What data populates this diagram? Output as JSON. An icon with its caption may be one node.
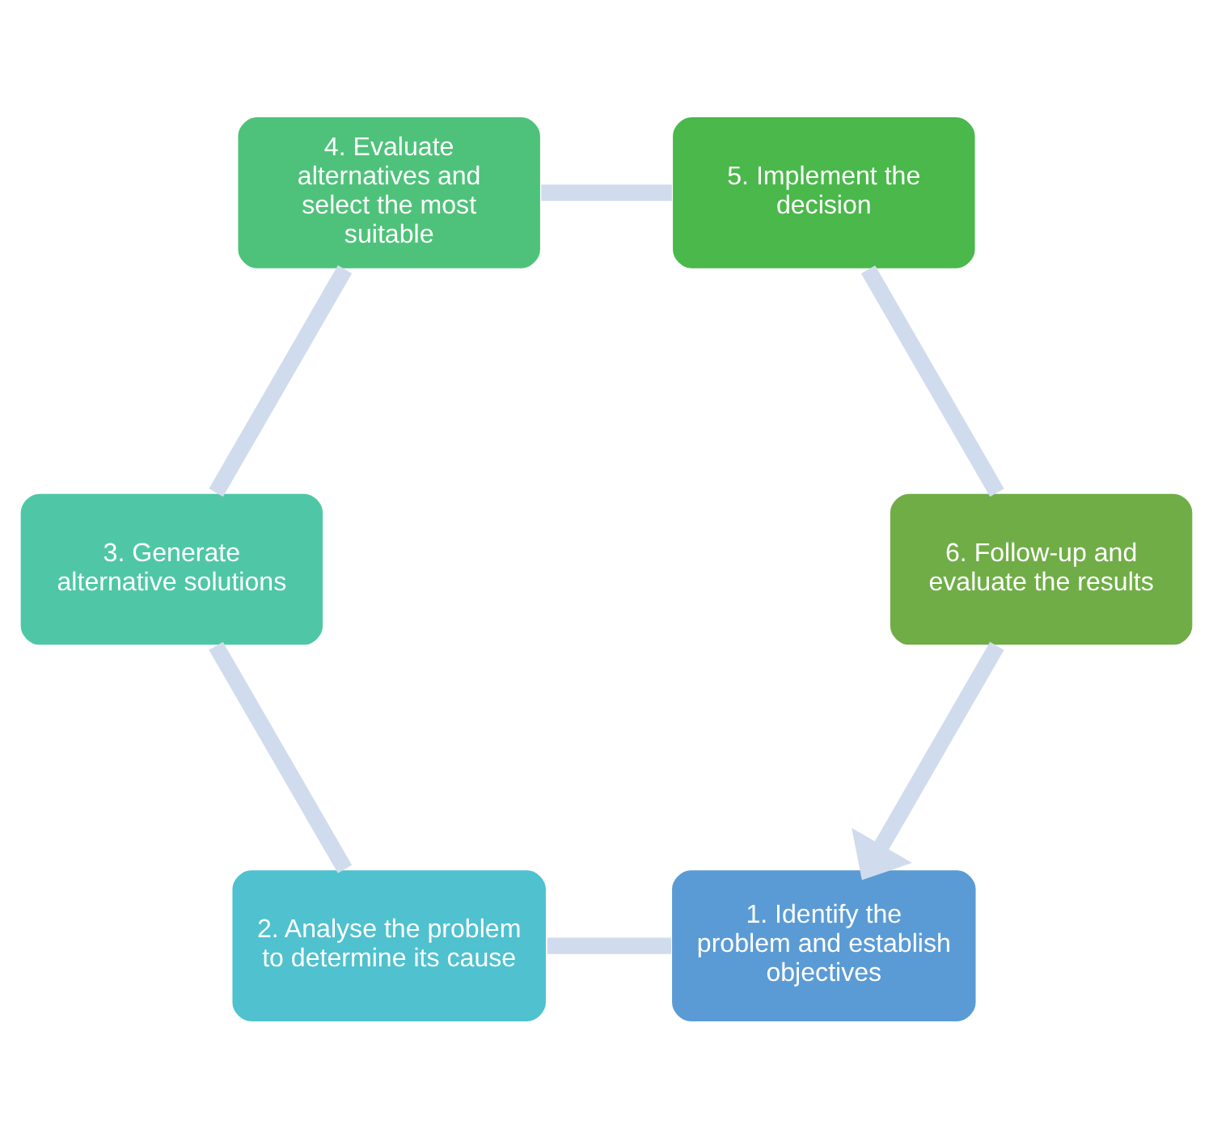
{
  "diagram": {
    "nodes": [
      {
        "text": [
          "1. Identify the problem and establish objectives"
        ]
      },
      {
        "text": [
          "2. Analyse the problem to determine its cause"
        ]
      },
      {
        "text": [
          "3. Generate alternative solutions"
        ]
      },
      {
        "text": [
          "4. Evaluate alternatives and select the most suitable"
        ]
      },
      {
        "text": [
          "5. Implement the decision"
        ]
      },
      {
        "text": [
          "6. Follow-up and evaluate the results"
        ]
      }
    ],
    "edges": [
      {
        "from": 0,
        "to": 1,
        "arrow": "none"
      },
      {
        "from": 1,
        "to": 2,
        "arrow": "none"
      },
      {
        "from": 2,
        "to": 3,
        "arrow": "none"
      },
      {
        "from": 3,
        "to": 4,
        "arrow": "none"
      },
      {
        "from": 4,
        "to": 5,
        "arrow": "none"
      },
      {
        "from": 5,
        "to": 0,
        "arrow": "to"
      }
    ]
  }
}
